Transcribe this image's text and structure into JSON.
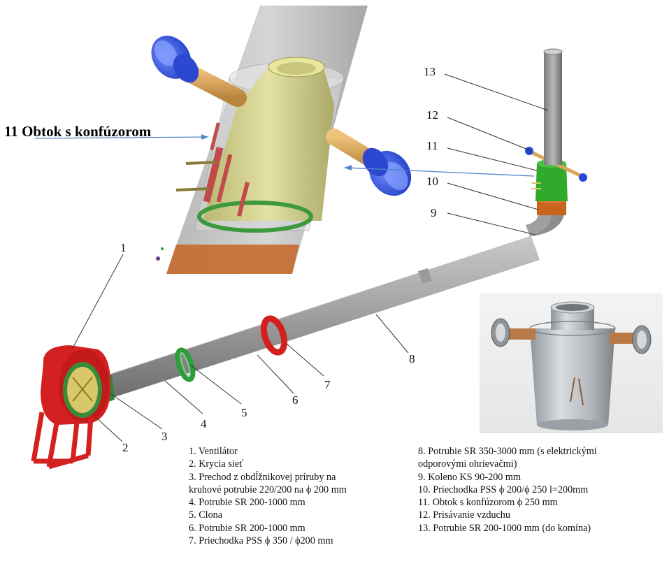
{
  "callout": {
    "text": "11 Obtok s konfúzorom"
  },
  "numbers": [
    "1",
    "2",
    "3",
    "4",
    "5",
    "6",
    "7",
    "8",
    "9",
    "10",
    "11",
    "12",
    "13"
  ],
  "legend_left": [
    "1. Ventilátor",
    "2. Krycia sieť",
    "3. Prechod z obdĺžnikovej príruby na",
    "kruhové potrubie 220/200 na ϕ 200 mm",
    "4. Potrubie SR 200-1000 mm",
    "5. Clona",
    "6. Potrubie SR 200-1000 mm",
    "7. Priechodka PSS ϕ 350 / ϕ200 mm"
  ],
  "legend_right": [
    "8. Potrubie SR 350-3000 mm (s elektrickými",
    "odporovými ohrievačmi)",
    "9. Koleno KS 90-200 mm",
    "10. Priechodka PSS ϕ 200/ϕ 250 l=200mm",
    "11. Obtok s konfúzorom ϕ 250 mm",
    "12. Prisávanie vzduchu",
    "13. Potrubie SR 200-1000 mm (do komína)"
  ],
  "colors": {
    "fan": "#d42020",
    "pipe": "#9a9a9a",
    "flange_green": "#2f9e3a",
    "flange_red": "#d41f1f",
    "elbow_orange": "#c9631e",
    "bypass_green": "#2faa2a",
    "nozzle_blue": "#2448d8",
    "tube_tan": "#d9a55a",
    "cone_yellow": "#d8d68a",
    "arrow_blue": "#4f86c6"
  }
}
